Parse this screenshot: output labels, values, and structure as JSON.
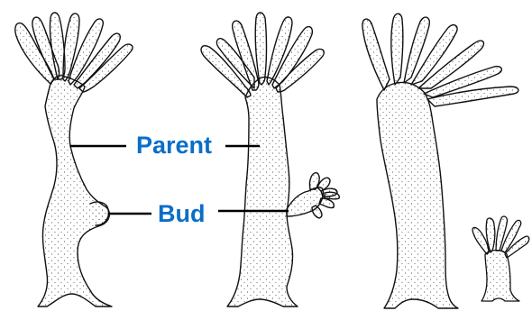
{
  "labels": {
    "parent": "Parent",
    "bud": "Bud"
  },
  "colors": {
    "label": "#0a6ec8",
    "ink": "#111111",
    "leader": "#000000",
    "background": "#ffffff"
  },
  "figures": [
    {
      "stage": "bud-emerging"
    },
    {
      "stage": "bud-with-tentacles"
    },
    {
      "stage": "detached-bud"
    }
  ]
}
